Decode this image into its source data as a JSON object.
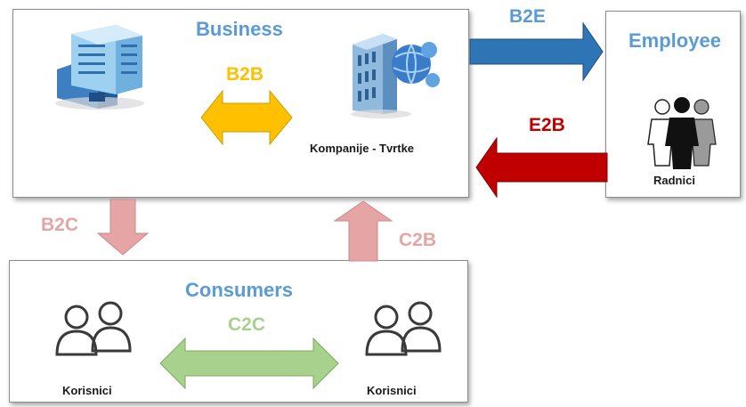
{
  "business": {
    "title": "Business",
    "company_caption": "Kompanije - Tvrtke"
  },
  "employee": {
    "title": "Employee",
    "caption": "Radnici"
  },
  "consumers": {
    "title": "Consumers",
    "left_caption": "Korisnici",
    "right_caption": "Korisnici"
  },
  "relations": {
    "b2b": "B2B",
    "b2e": "B2E",
    "e2b": "E2B",
    "b2c": "B2C",
    "c2b": "C2B",
    "c2c": "C2C"
  },
  "colors": {
    "title_blue": "#5b9bd5",
    "b2b_orange": "#ffc000",
    "b2e_blue": "#2e75b6",
    "e2b_red": "#c00000",
    "b2c_c2b_pink": "#e6a5a5",
    "c2c_green": "#a9d18e"
  },
  "icons": {
    "business_left": "office-building-icon",
    "business_right": "corporate-tower-globe-icon",
    "employee": "people-group-icon",
    "consumers_left": "users-pair-icon",
    "consumers_right": "users-pair-icon"
  }
}
